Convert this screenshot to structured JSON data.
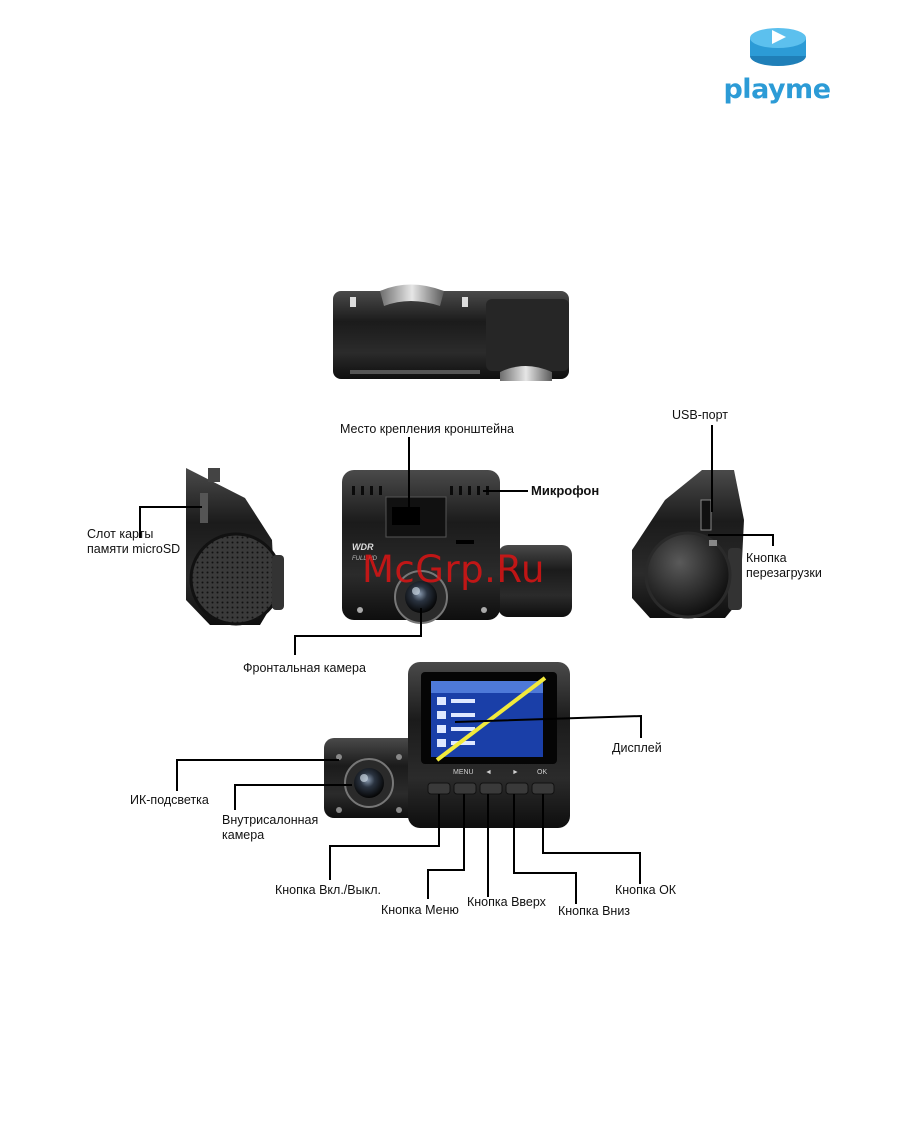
{
  "brand": {
    "name": "playme",
    "color": "#2c9bd6"
  },
  "watermark": {
    "text": "McGrp.Ru",
    "color": "#dd1c1c"
  },
  "labels": {
    "bracket_mount": "Место крепления кронштейна",
    "microphone": "Микрофон",
    "usb_port": "USB-порт",
    "sd_slot_line1": "Слот карты",
    "sd_slot_line2": "памяти microSD",
    "reset_line1": "Кнопка",
    "reset_line2": "перезагрузки",
    "front_camera": "Фронтальная камера",
    "display": "Дисплей",
    "ir_light": "ИК-подсветка",
    "cabin_camera_line1": "Внутрисалонная",
    "cabin_camera_line2": "камера",
    "power_button": "Кнопка Вкл./Выкл.",
    "menu_button": "Кнопка Меню",
    "up_button": "Кнопка Вверх",
    "down_button": "Кнопка Вниз",
    "ok_button": "Кнопка ОК"
  },
  "device_text": {
    "wdr": "WDR",
    "fullhd": "FULL HD",
    "btn_menu": "MENU",
    "btn_left": "◄",
    "btn_right": "►",
    "btn_ok": "OK"
  }
}
